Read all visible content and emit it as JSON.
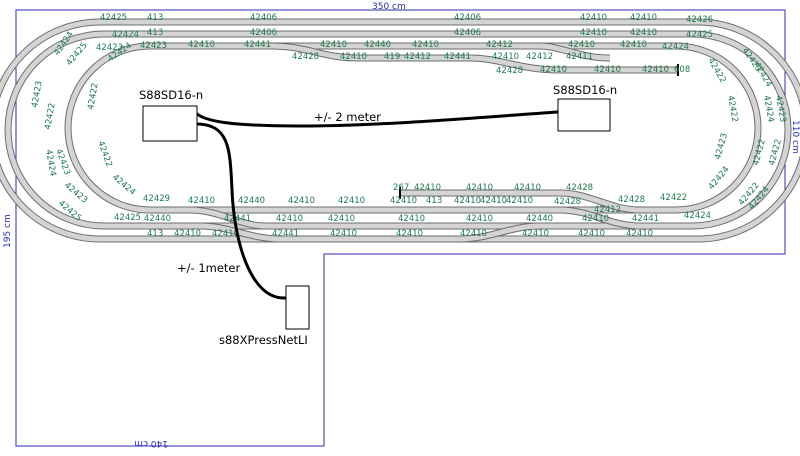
{
  "dimensions": {
    "top_width": "350 cm",
    "right_height": "110 cm",
    "left_height": "195 cm",
    "bottom_width": "140 cm"
  },
  "modules": {
    "s88_right": "S88SD16-n",
    "s88_left": "S88SD16-n",
    "pressnet": "s88XPressNetLI"
  },
  "cables": {
    "long": "+/- 2 meter",
    "short": "+/-  1meter"
  },
  "track_parts": {
    "top_outer": [
      "42425",
      "413",
      "42406",
      "42406",
      "42410",
      "42410",
      "42426"
    ],
    "top_middle": [
      "42424",
      "413",
      "42406",
      "42406",
      "42410",
      "42410",
      "42425"
    ],
    "top_inner": [
      "42423",
      "42410",
      "42441",
      "42410",
      "42440",
      "42410",
      "42412",
      "42410",
      "42410",
      "42424",
      "42423"
    ],
    "siding_top": [
      "42428",
      "42410",
      "419",
      "42412",
      "42441",
      "42410",
      "42412",
      "42411",
      "42428",
      "42410",
      "42410",
      "42410",
      "608"
    ],
    "left_curves": [
      "42424",
      "42425",
      "42424",
      "42423",
      "42422",
      "42422",
      "42424",
      "42423",
      "42422",
      "42423",
      "42424",
      "42425"
    ],
    "right_curves": [
      "42423",
      "42424",
      "42422",
      "42422",
      "42424",
      "42423",
      "42422",
      "42422",
      "42423",
      "42424",
      "42422",
      "42424"
    ],
    "bottom_inner": [
      "42429",
      "42410",
      "42440",
      "42410",
      "42410",
      "42410",
      "42410",
      "42410",
      "42428",
      "42422"
    ],
    "bottom_siding": [
      "267",
      "42410",
      "42410",
      "42410",
      "42428",
      "413",
      "42410",
      "42428",
      "42412"
    ],
    "bottom_middle": [
      "42440",
      "42441",
      "42410",
      "42410",
      "42410",
      "42410",
      "42440",
      "42410",
      "42441"
    ],
    "bottom_outer": [
      "413",
      "42410",
      "42441",
      "42410",
      "42410",
      "42410",
      "42410",
      "42410",
      "42410",
      "42410"
    ],
    "bottom_right": [
      "42424",
      "42425"
    ]
  }
}
